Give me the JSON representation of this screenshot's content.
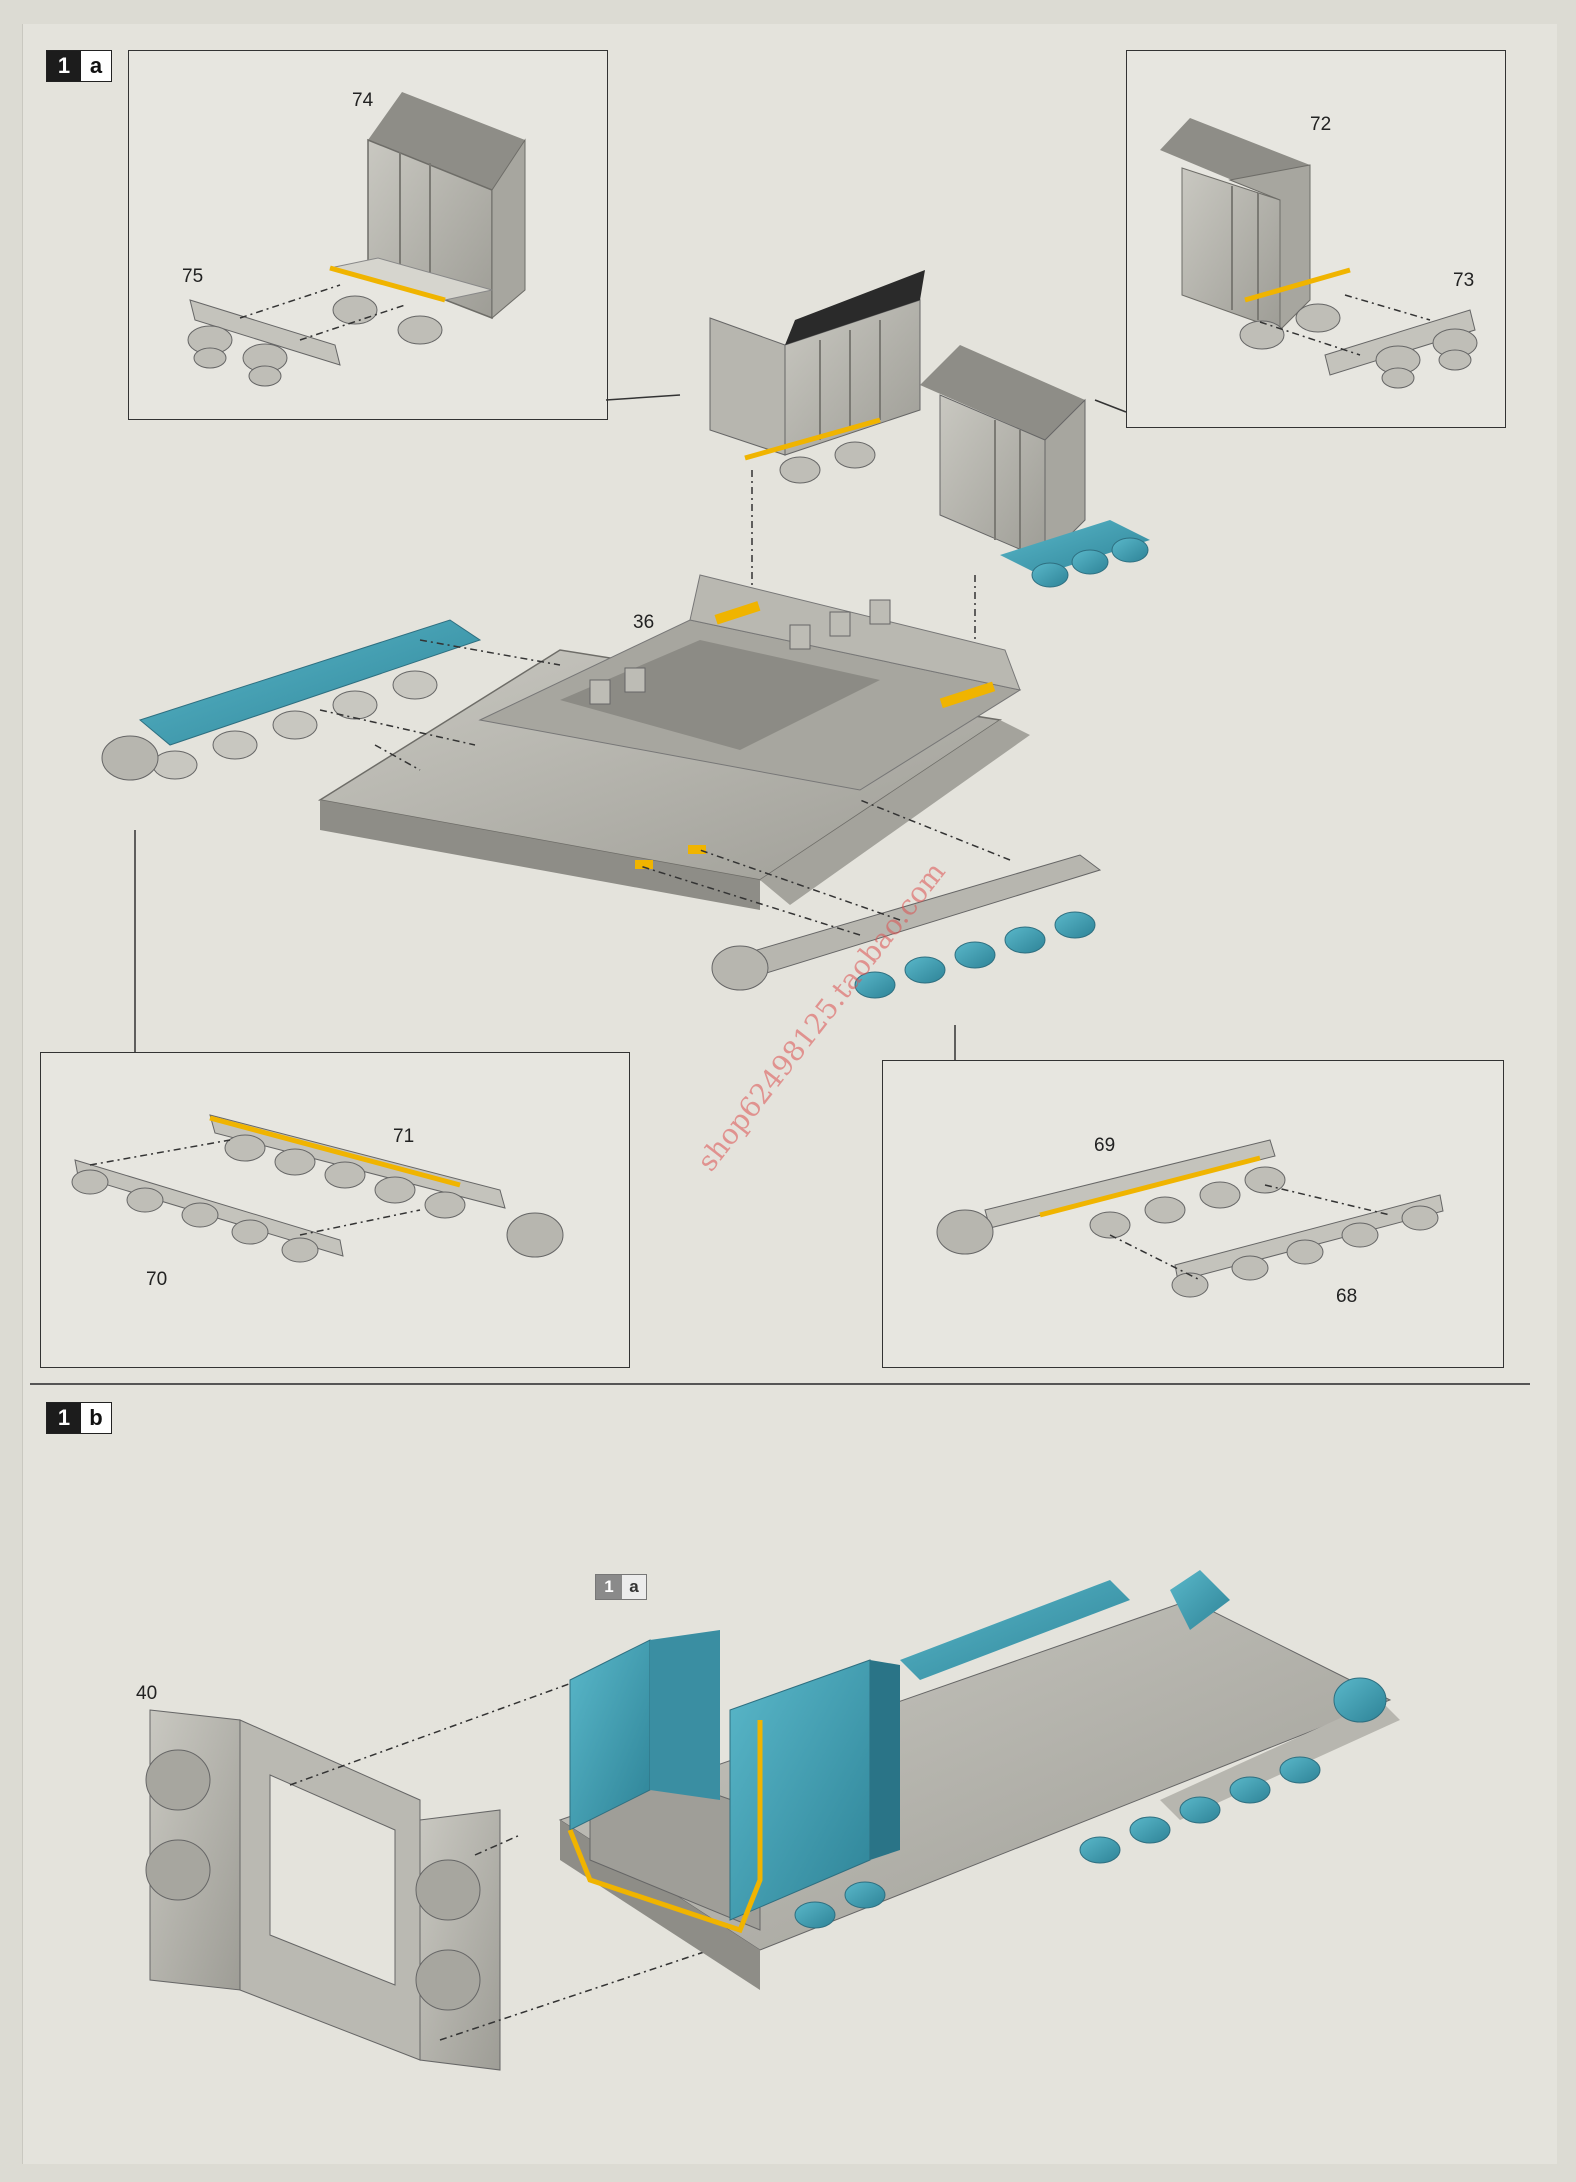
{
  "steps": {
    "a": {
      "num": "1",
      "sub": "a"
    },
    "b": {
      "num": "1",
      "sub": "b"
    },
    "ref": {
      "num": "1",
      "sub": "a"
    }
  },
  "parts": {
    "p74": "74",
    "p75": "75",
    "p72": "72",
    "p73": "73",
    "p36": "36",
    "p71": "71",
    "p70": "70",
    "p69": "69",
    "p68": "68",
    "p40": "40"
  },
  "watermark": "shop62498125.taobao.com",
  "colors": {
    "part_grey": "#b9b8b1",
    "part_dark": "#8e8d87",
    "glue_yellow": "#f0b400",
    "assembled_cyan": "#3b9fb4"
  }
}
